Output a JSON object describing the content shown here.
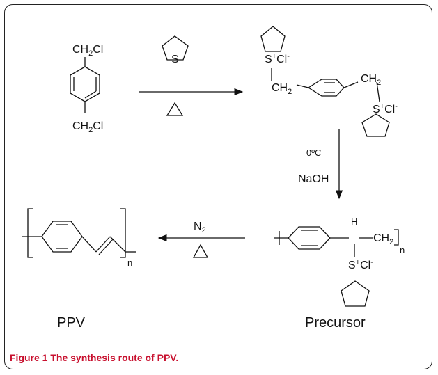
{
  "caption": {
    "label": "Figure 1",
    "text": "The synthesis route of PPV."
  },
  "reactant": {
    "group_top": "CH",
    "group_top_sub": "2",
    "group_top_tail": "Cl",
    "group_bottom": "CH",
    "group_bottom_sub": "2",
    "group_bottom_tail": "Cl"
  },
  "step1": {
    "reagent_atom": "S",
    "condition": "Δ"
  },
  "salt": {
    "s_plus": "S",
    "plus": "+",
    "counter_ion": "Cl",
    "minus": "-",
    "ch2_left": "CH",
    "ch2_left_sub": "2",
    "ch2_right": "CH",
    "ch2_right_sub": "2",
    "s_plus_2": "S",
    "plus_2": "+",
    "counter_ion_2": "Cl",
    "minus_2": "-"
  },
  "step2": {
    "temperature": "0ºC",
    "reagent": "NaOH"
  },
  "precursor": {
    "h": "H",
    "ch2": "CH",
    "ch2_sub": "2",
    "n": "n",
    "s_plus": "S",
    "plus": "+",
    "counter_ion": "Cl",
    "minus": "-",
    "name": "Precursor"
  },
  "step3": {
    "gas": "N",
    "gas_sub": "2",
    "condition": "Δ"
  },
  "product": {
    "n": "n",
    "name": "PPV"
  }
}
